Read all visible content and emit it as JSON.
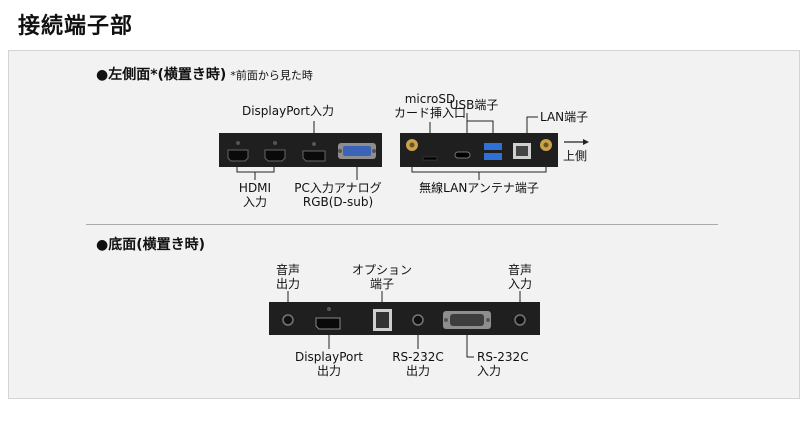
{
  "page": {
    "title": "接続端子部"
  },
  "left_side": {
    "heading": "●左側面*(横置き時)",
    "note": "*前面から見た時",
    "labels": {
      "displayport_in": "DisplayPort入力",
      "microsd": "microSD\nカード挿入口",
      "usb": "USB端子",
      "lan": "LAN端子",
      "up": "上側",
      "hdmi_in": "HDMI\n入力",
      "pc_in": "PC入力アナログ\nRGB(D-sub)",
      "wireless_antenna": "無線LANアンテナ端子"
    }
  },
  "bottom": {
    "heading": "●底面(横置き時)",
    "labels": {
      "audio_out": "音声\n出力",
      "option": "オプション\n端子",
      "audio_in": "音声\n入力",
      "displayport_out": "DisplayPort\n出力",
      "rs232c_out": "RS-232C\n出力",
      "rs232c_in": "RS-232C\n入力"
    }
  },
  "colors": {
    "panel_dark": "#1f1f1f",
    "usb_blue": "#2f6fd6",
    "vga_blue": "#3b64b8",
    "antenna_gold": "#c9a24a",
    "leader": "#222222"
  }
}
